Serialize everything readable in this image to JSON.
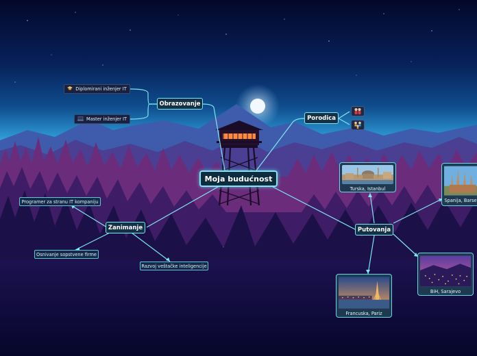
{
  "mindmap": {
    "central": "Moja budućnost",
    "obrazovanje": {
      "label": "Obrazovanje",
      "items": [
        "Diplomirani inženjer IT",
        "Master inženjer IT"
      ]
    },
    "porodica": {
      "label": "Porodica",
      "icons": [
        "family-couple-icon",
        "family-children-icon"
      ]
    },
    "zanimanje": {
      "label": "Zanimanje",
      "items": [
        "Programer za stranu IT kompaniju",
        "Osnivanje sopstvene firme",
        "Razvoj veštačke inteligencije"
      ]
    },
    "putovanja": {
      "label": "Putovanja",
      "destinations": [
        "Turska, Istanbul",
        "Spanija, Barselona",
        "BiH, Sarajevo",
        "Francuska, Pariz"
      ]
    }
  },
  "colors": {
    "link": "#7de7f2",
    "node_border": "#7de7f2",
    "node_fill": "#143147",
    "sky_top": "#06103a",
    "sky_horizon": "#3fb4e8",
    "mountain_far": "#3d5aa8",
    "forest_mid": "#6a2d7c",
    "forest_dark": "#1a0f44",
    "moon": "#eef6ff"
  }
}
